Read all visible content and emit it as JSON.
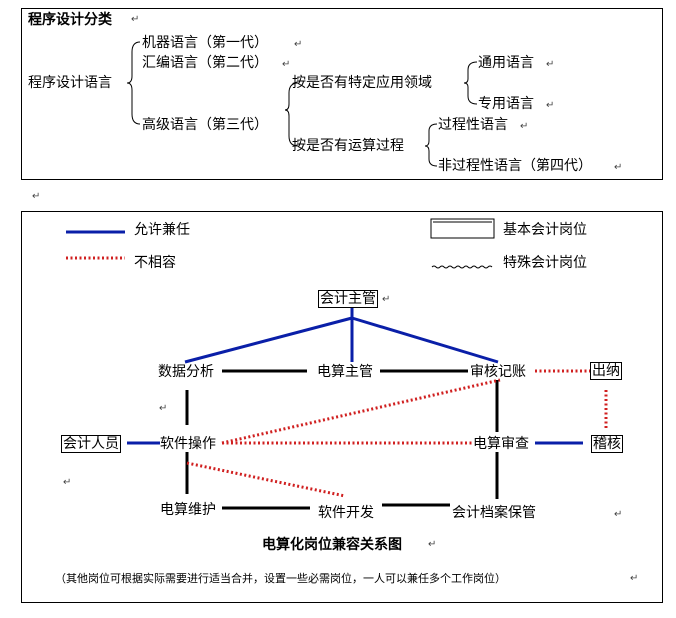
{
  "classification": {
    "title": "程序设计分类",
    "root": "程序设计语言",
    "gen1": "机器语言（第一代）",
    "gen2": "汇编语言（第二代）",
    "gen3": "高级语言（第三代）",
    "branch_domain": "按是否有特定应用领域",
    "general": "通用语言",
    "special": "专用语言",
    "branch_process": "按是否有运算过程",
    "procedural": "过程性语言",
    "nonprocedural": "非过程性语言（第四代）"
  },
  "legend": {
    "allowed": "允许兼任",
    "incompatible": "不相容",
    "basic": "基本会计岗位",
    "special": "特殊会计岗位"
  },
  "roles": {
    "supervisor": "会计主管",
    "data_analysis": "数据分析",
    "computing_supervisor": "电算主管",
    "review_posting": "审核记账",
    "cashier": "出纳",
    "accountant": "会计人员",
    "software_op": "软件操作",
    "computing_review": "电算审查",
    "audit": "稽核",
    "maintenance": "电算维护",
    "software_dev": "软件开发",
    "archive": "会计档案保管"
  },
  "diagram": {
    "title": "电算化岗位兼容关系图",
    "note": "（其他岗位可根据实际需要进行适当合并，设置一些必需岗位，一人可以兼任多个工作岗位）"
  },
  "colors": {
    "allowed": "#0a1fa8",
    "incompatible": "#d02020",
    "plain": "#000000"
  },
  "icons": {
    "return_mark": "↵"
  }
}
